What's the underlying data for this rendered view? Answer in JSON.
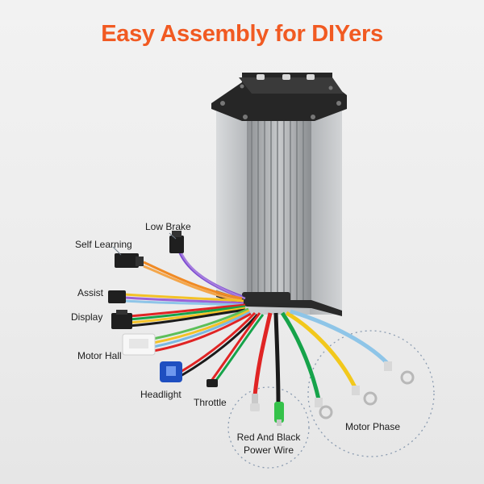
{
  "headline": "Easy Assembly for DIYers",
  "labels": {
    "low_brake": "Low Brake",
    "self_learning": "Self Learning",
    "assist": "Assist",
    "display": "Display",
    "motor_hall": "Motor Hall",
    "headlight": "Headlight",
    "throttle": "Throttle",
    "power_wire_line1": "Red And Black",
    "power_wire_line2": "Power Wire",
    "motor_phase": "Motor Phase"
  },
  "colors": {
    "headline": "#f15a22",
    "housing": "#b9bcbf",
    "bracket": "#262626",
    "phase_green": "#16a34a",
    "phase_yellow": "#f2c81c",
    "phase_blue": "#8ec5e8",
    "power_red": "#e02424",
    "power_black": "#1a1a1a",
    "connector_blue": "#1f4fc0",
    "connector_white": "#f7f7f7",
    "connector_green": "#35c24a"
  },
  "icons": [
    "controller-box",
    "connector-plug",
    "ring-terminal"
  ]
}
